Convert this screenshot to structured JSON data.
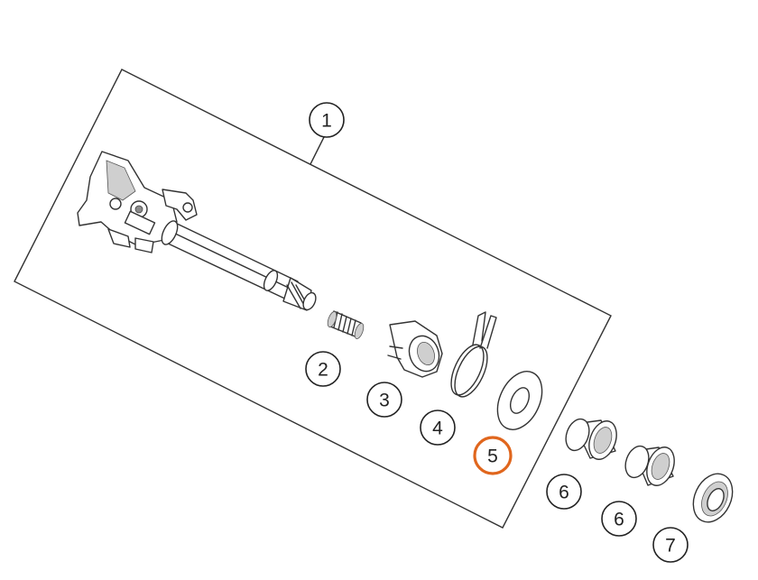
{
  "diagram": {
    "highlight_color": "#e0661d",
    "line_color": "#222222",
    "callouts": [
      {
        "id": "c1",
        "label": "1",
        "highlighted": false
      },
      {
        "id": "c2",
        "label": "2",
        "highlighted": false
      },
      {
        "id": "c3",
        "label": "3",
        "highlighted": false
      },
      {
        "id": "c4",
        "label": "4",
        "highlighted": false
      },
      {
        "id": "c5",
        "label": "5",
        "highlighted": true
      },
      {
        "id": "c6a",
        "label": "6",
        "highlighted": false
      },
      {
        "id": "c6b",
        "label": "6",
        "highlighted": false
      },
      {
        "id": "c7",
        "label": "7",
        "highlighted": false
      }
    ],
    "parts": [
      {
        "name": "shift-shaft-assembly"
      },
      {
        "name": "spring"
      },
      {
        "name": "spring-guide"
      },
      {
        "name": "leg-spring"
      },
      {
        "name": "washer"
      },
      {
        "name": "needle-bearing"
      },
      {
        "name": "needle-bearing"
      },
      {
        "name": "shaft-seal-ring"
      }
    ]
  }
}
